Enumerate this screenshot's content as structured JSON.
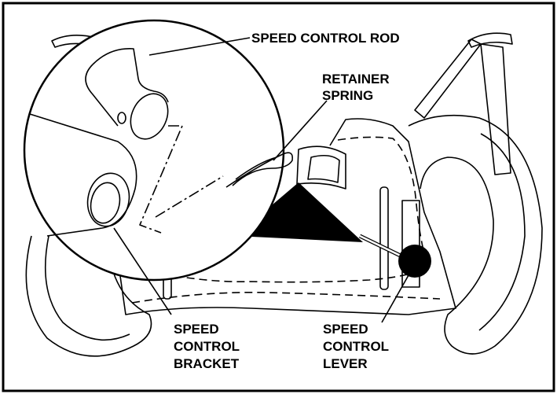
{
  "labels": {
    "speed_control_rod": "SPEED CONTROL ROD",
    "retainer_spring": [
      "RETAINER",
      "SPRING"
    ],
    "speed_control_bracket": [
      "SPEED",
      "CONTROL",
      "BRACKET"
    ],
    "speed_control_lever": [
      "SPEED",
      "CONTROL",
      "LEVER"
    ]
  },
  "colors": {
    "line": "#000000",
    "background": "#ffffff"
  }
}
